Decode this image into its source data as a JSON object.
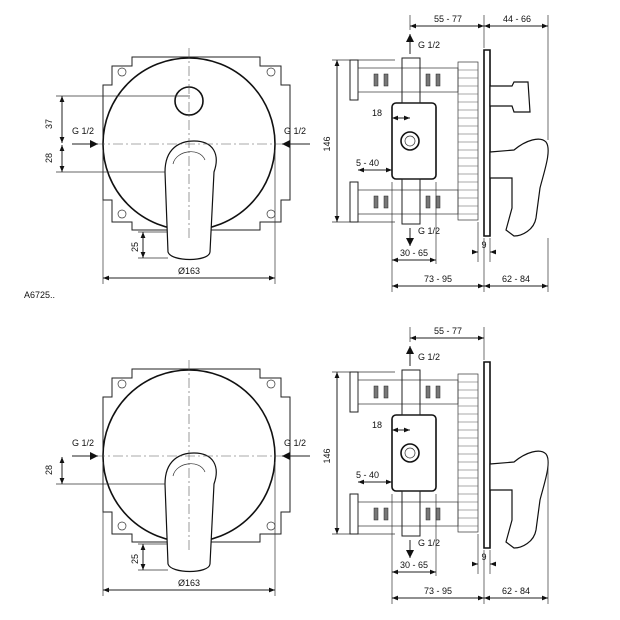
{
  "drawing_code": "A6725..",
  "colors": {
    "line": "#111111",
    "background": "#ffffff"
  },
  "top": {
    "front": {
      "dim_top": "37",
      "dim_mid": "28",
      "dim_lever": "25",
      "dia": "Ø163",
      "g_left": "G 1/2",
      "g_right": "G 1/2"
    },
    "side": {
      "height": "146",
      "d_55_77": "55 - 77",
      "d_44_66": "44 - 66",
      "g_top": "G 1/2",
      "g_bottom": "G 1/2",
      "d18": "18",
      "d5_40": "5 - 40",
      "d30_65": "30 - 65",
      "d9": "9",
      "d73_95": "73 - 95",
      "d62_84": "62 - 84"
    }
  },
  "bottom": {
    "front": {
      "dim_mid": "28",
      "dim_lever": "25",
      "dia": "Ø163",
      "g_left": "G 1/2",
      "g_right": "G 1/2"
    },
    "side": {
      "height": "146",
      "d_55_77": "55 - 77",
      "g_top": "G 1/2",
      "g_bottom": "G 1/2",
      "d18": "18",
      "d5_40": "5 - 40",
      "d30_65": "30 - 65",
      "d9": "9",
      "d73_95": "73 - 95",
      "d62_84": "62 - 84"
    }
  }
}
